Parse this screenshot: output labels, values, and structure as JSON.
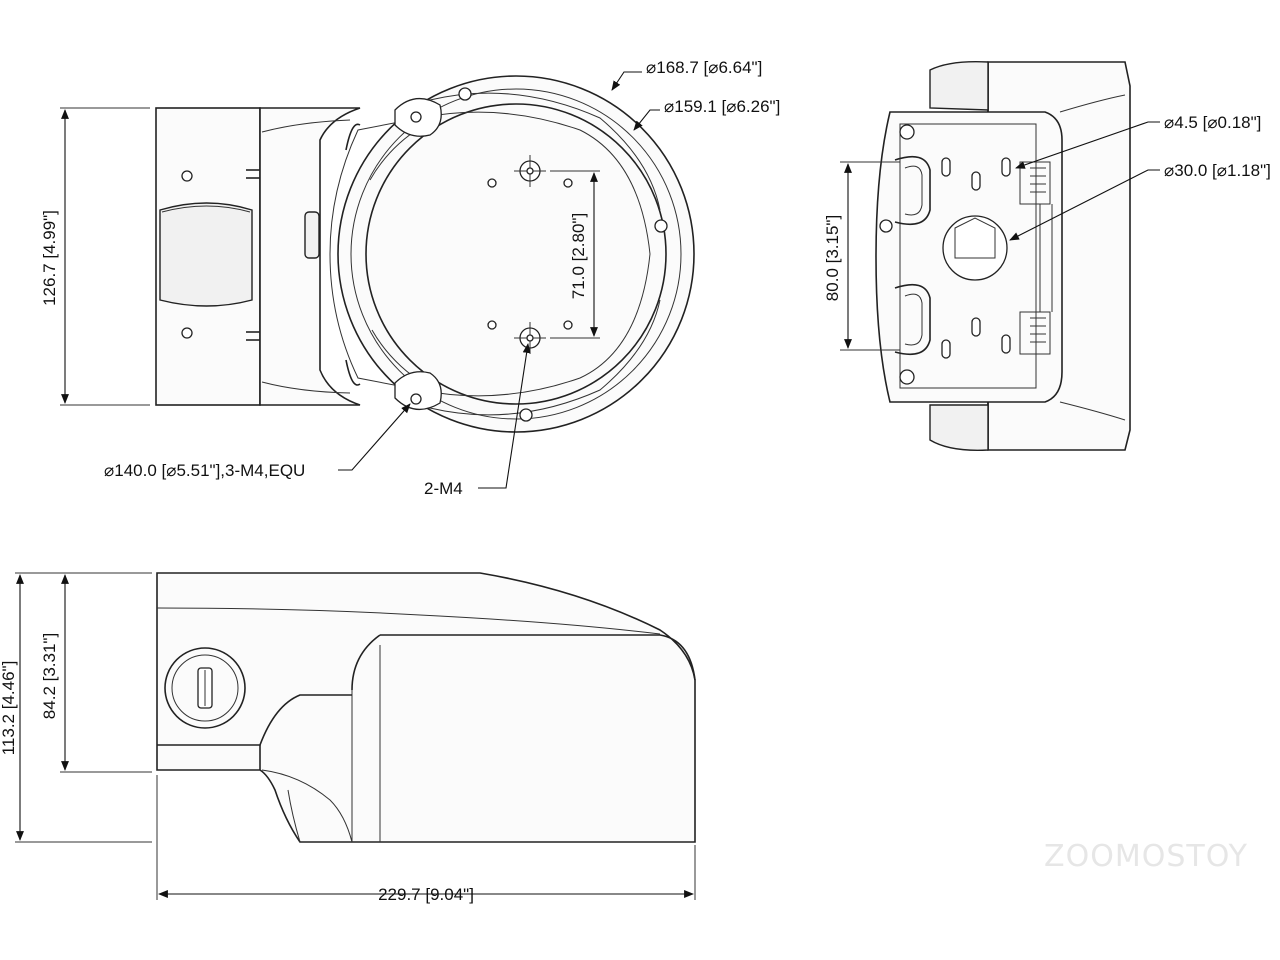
{
  "dimensions": {
    "outer_diameter": "⌀168.7 [⌀6.64\"]",
    "inner_diameter": "⌀159.1 [⌀6.26\"]",
    "front_height": "126.7 [4.99\"]",
    "hole_spacing": "71.0 [2.80\"]",
    "mount_holes": "⌀140.0 [⌀5.51\"],3-M4,EQU",
    "screw_holes": "2-M4",
    "side_hole": "⌀4.5 [⌀0.18\"]",
    "cable_hole": "⌀30.0 [⌀1.18\"]",
    "side_spacing": "80.0 [3.15\"]",
    "total_height": "113.2 [4.46\"]",
    "body_height": "84.2 [3.31\"]",
    "total_length": "229.7 [9.04\"]"
  },
  "watermark": "ZOOMOSTOY"
}
